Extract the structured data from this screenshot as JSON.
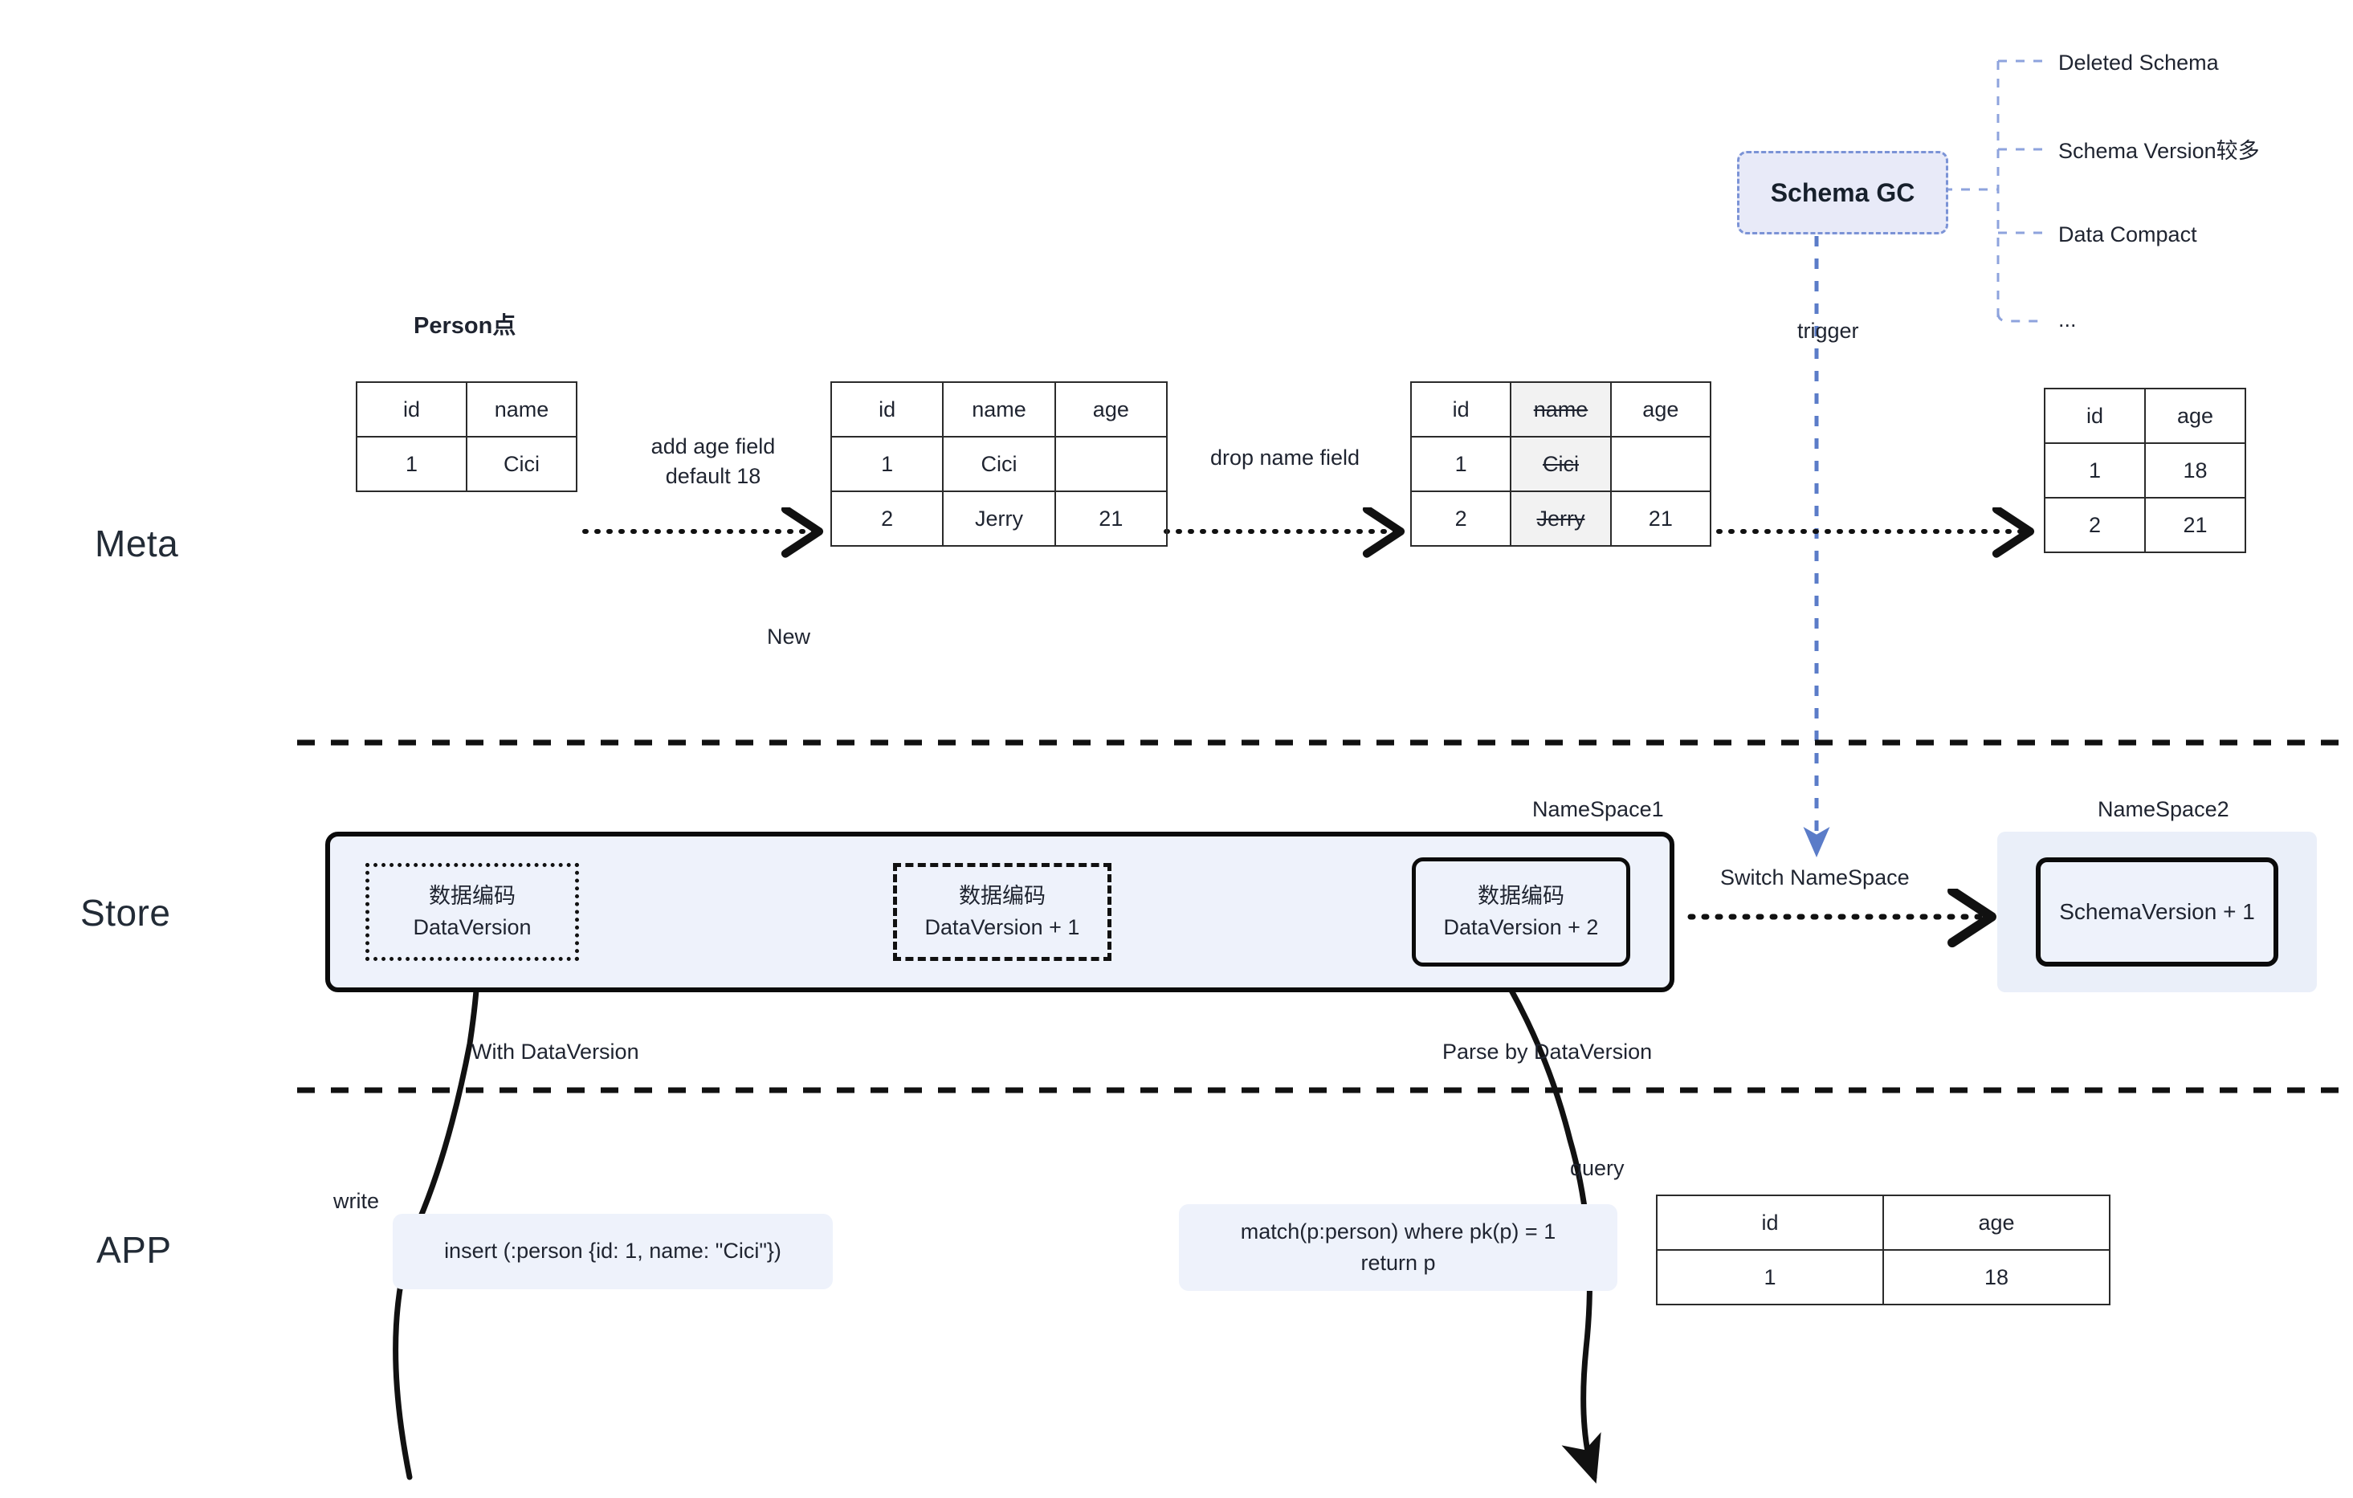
{
  "diagram": {
    "title_node": "Person点",
    "rows": [
      {
        "key": "meta",
        "label": "Meta"
      },
      {
        "key": "store",
        "label": "Store"
      },
      {
        "key": "app",
        "label": "APP"
      }
    ]
  },
  "schema_gc": {
    "box_label": "Schema GC",
    "trigger_label": "trigger",
    "branches": [
      "Deleted Schema",
      "Schema Version较多",
      "Data Compact",
      "..."
    ]
  },
  "meta": {
    "node_title": "Person点",
    "new_label": "New",
    "transitions": [
      {
        "line1": "add age field",
        "line2": "default 18"
      },
      {
        "line1": "drop name field",
        "line2": ""
      }
    ],
    "tables": [
      {
        "name": "table-v1",
        "headers": [
          "id",
          "name"
        ],
        "rows": [
          [
            "1",
            "Cici"
          ]
        ],
        "struck_column": -1
      },
      {
        "name": "table-v2",
        "headers": [
          "id",
          "name",
          "age"
        ],
        "rows": [
          [
            "1",
            "Cici",
            ""
          ],
          [
            "2",
            "Jerry",
            "21"
          ]
        ],
        "struck_column": -1
      },
      {
        "name": "table-v3",
        "headers": [
          "id",
          "name",
          "age"
        ],
        "rows": [
          [
            "1",
            "Cici",
            ""
          ],
          [
            "2",
            "Jerry",
            "21"
          ]
        ],
        "struck_column": 1
      },
      {
        "name": "table-v4",
        "headers": [
          "id",
          "age"
        ],
        "rows": [
          [
            "1",
            "18"
          ],
          [
            "2",
            "21"
          ]
        ],
        "struck_column": -1
      }
    ]
  },
  "store": {
    "namespace1_label": "NameSpace1",
    "namespace2_label": "NameSpace2",
    "switch_label": "Switch NameSpace",
    "encode_label": "数据编码",
    "versions": [
      {
        "style": "dotted",
        "label": "DataVersion"
      },
      {
        "style": "dashed",
        "label": "DataVersion + 1"
      },
      {
        "style": "solid",
        "label": "DataVersion + 2"
      }
    ],
    "namespace2_box_label": "SchemaVersion + 1"
  },
  "app": {
    "write_label": "write",
    "query_label": "query",
    "with_dataversion_label": "With DataVersion",
    "parse_by_dataversion_label": "Parse by DataVersion",
    "insert_statement": "insert (:person {id: 1, name: \"Cici\"})",
    "query_statement_line1": "match(p:person) where pk(p) = 1",
    "query_statement_line2": "return p",
    "result_table": {
      "headers": [
        "id",
        "age"
      ],
      "rows": [
        [
          "1",
          "18"
        ]
      ]
    }
  },
  "colors": {
    "accent_blue": "#7b93d6",
    "panel_fill": "#eef2fb",
    "gc_fill": "#e8eaf8",
    "stroke": "#111111",
    "struck_cell": "#f2f2f2"
  }
}
